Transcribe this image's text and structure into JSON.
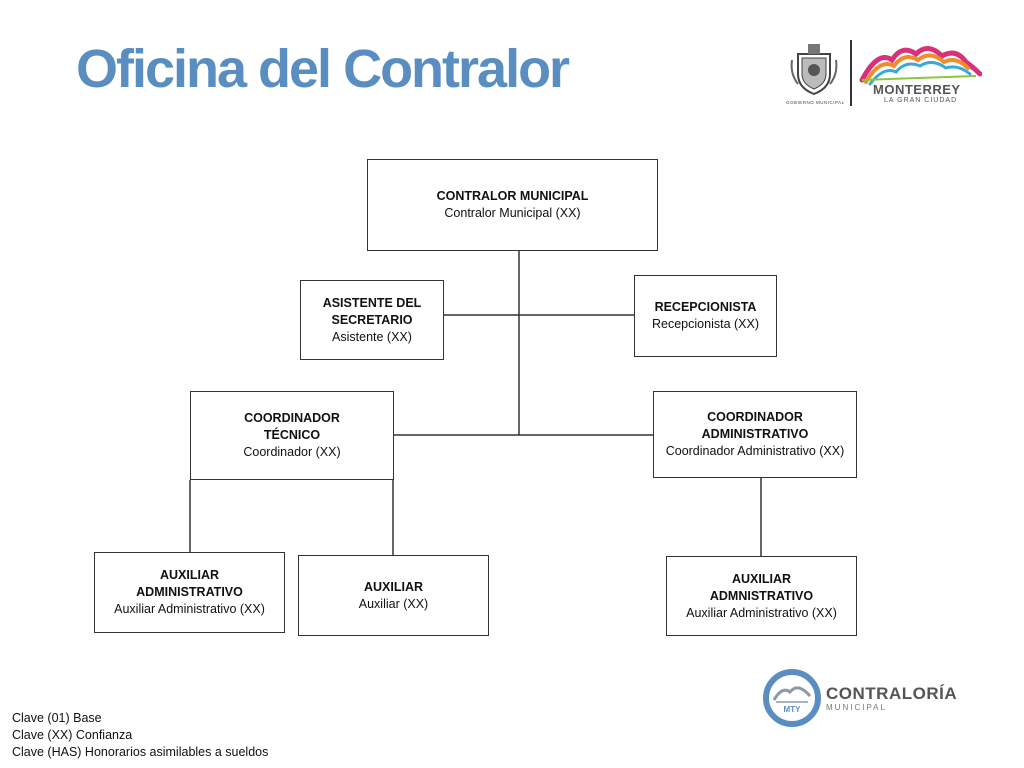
{
  "title": "Oficina del Contralor",
  "header_logos": {
    "emblem_label": "GOBIERNO MUNICIPAL",
    "city_name": "MONTERREY",
    "city_tagline": "LA GRAN CIUDAD",
    "emblem_icon": "municipal-coat-of-arms",
    "city_icon": "mountain-silhouette"
  },
  "org": {
    "contralor": {
      "role": "CONTRALOR MUNICIPAL",
      "position": "Contralor Municipal (XX)"
    },
    "asistente": {
      "role_line1": "ASISTENTE DEL",
      "role_line2": "SECRETARIO",
      "position": "Asistente (XX)"
    },
    "recepcionista": {
      "role": "RECEPCIONISTA",
      "position": "Recepcionista (XX)"
    },
    "coord_tecnico": {
      "role_line1": "COORDINADOR",
      "role_line2": "TÉCNICO",
      "position": "Coordinador (XX)"
    },
    "coord_admin": {
      "role_line1": "COORDINADOR",
      "role_line2": "ADMINISTRATIVO",
      "position": "Coordinador Administrativo (XX)"
    },
    "aux_admin_left": {
      "role_line1": "AUXILIAR",
      "role_line2": "ADMINISTRATIVO",
      "position": "Auxiliar Administrativo (XX)"
    },
    "auxiliar": {
      "role": "AUXILIAR",
      "position": "Auxiliar (XX)"
    },
    "aux_admin_right": {
      "role_line1": "AUXILIAR",
      "role_line2": "ADMNISTRATIVO",
      "position": "Auxiliar Administrativo (XX)"
    }
  },
  "legend": [
    "Clave (01) Base",
    "Clave (XX) Confianza",
    "Clave (HAS) Honorarios asimilables a sueldos"
  ],
  "footer_logo": {
    "badge": "MTY",
    "name": "CONTRALORÍA",
    "subtitle": "MUNICIPAL"
  },
  "colors": {
    "title": "#5b8ec0",
    "footer_ring": "#5b8ec0",
    "lines": "#333333"
  }
}
